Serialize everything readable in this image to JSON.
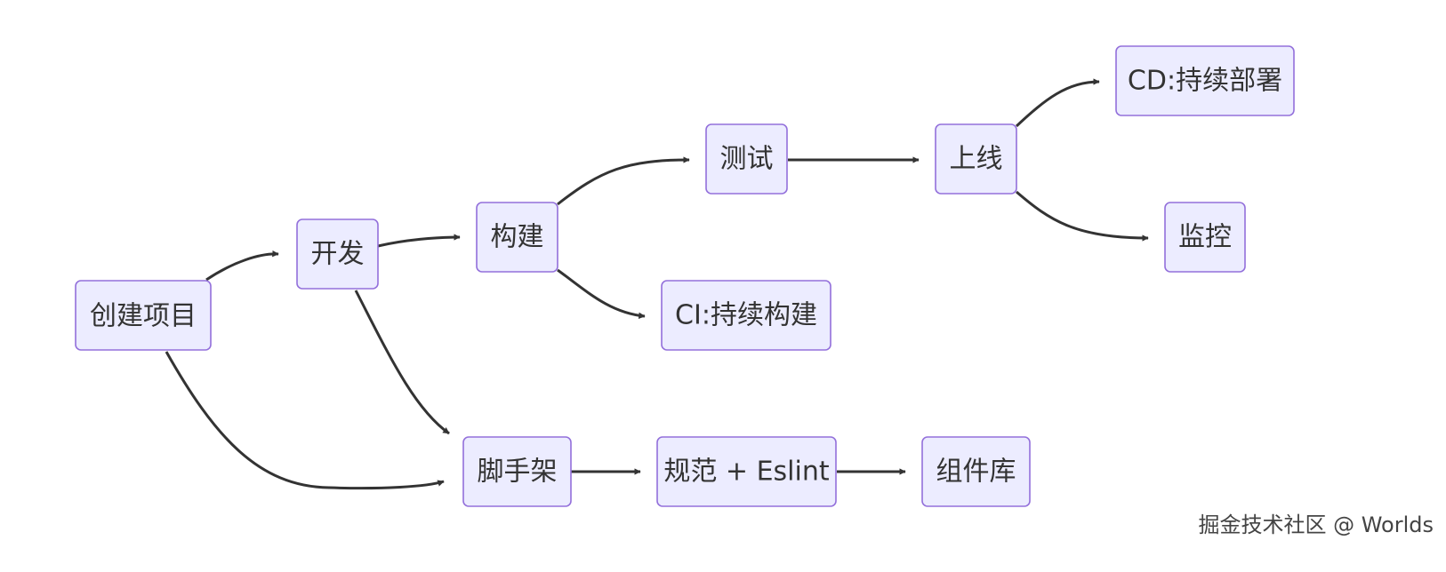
{
  "flowchart": {
    "nodes": [
      {
        "id": "create",
        "label": "创建项目"
      },
      {
        "id": "dev",
        "label": "开发"
      },
      {
        "id": "build",
        "label": "构建"
      },
      {
        "id": "test",
        "label": "测试"
      },
      {
        "id": "online",
        "label": "上线"
      },
      {
        "id": "cd",
        "label": "CD:持续部署"
      },
      {
        "id": "monitor",
        "label": "监控"
      },
      {
        "id": "ci",
        "label": "CI:持续构建"
      },
      {
        "id": "scaffold",
        "label": "脚手架"
      },
      {
        "id": "lint",
        "label": "规范 + Eslint"
      },
      {
        "id": "lib",
        "label": "组件库"
      }
    ],
    "edges": [
      {
        "from": "create",
        "to": "dev"
      },
      {
        "from": "create",
        "to": "scaffold"
      },
      {
        "from": "dev",
        "to": "build"
      },
      {
        "from": "dev",
        "to": "scaffold"
      },
      {
        "from": "build",
        "to": "test"
      },
      {
        "from": "build",
        "to": "ci"
      },
      {
        "from": "test",
        "to": "online"
      },
      {
        "from": "online",
        "to": "cd"
      },
      {
        "from": "online",
        "to": "monitor"
      },
      {
        "from": "scaffold",
        "to": "lint"
      },
      {
        "from": "lint",
        "to": "lib"
      }
    ],
    "colors": {
      "node_fill": "#ECECFF",
      "node_border": "#9370DB",
      "edge": "#333333",
      "text": "#333333"
    }
  },
  "watermark": {
    "text": "掘金技术社区 @ Worlds"
  }
}
